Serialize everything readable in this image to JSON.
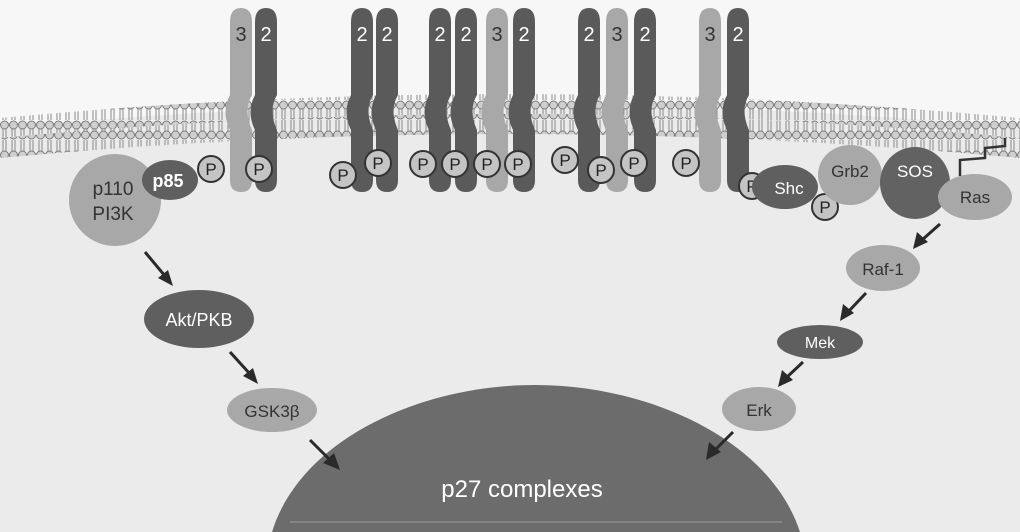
{
  "receptors": {
    "label_3": "3",
    "label_2": "2",
    "phospho": "P"
  },
  "proteins": {
    "p110_line1": "p110",
    "p110_line2": "PI3K",
    "p85": "p85",
    "shc": "Shc",
    "grb2": "Grb2",
    "sos": "SOS",
    "ras": "Ras",
    "raf1": "Raf-1",
    "mek": "Mek",
    "erk": "Erk",
    "akt": "Akt/PKB",
    "gsk3b": "GSK3β"
  },
  "nucleus": {
    "label": "p27 complexes"
  },
  "colors": {
    "dark": "#5a5a5a",
    "light": "#a8a8a8",
    "nucleus": "#6c6c6c",
    "cytoplasm": "#ececec",
    "membrane": "#bdbdbd"
  }
}
